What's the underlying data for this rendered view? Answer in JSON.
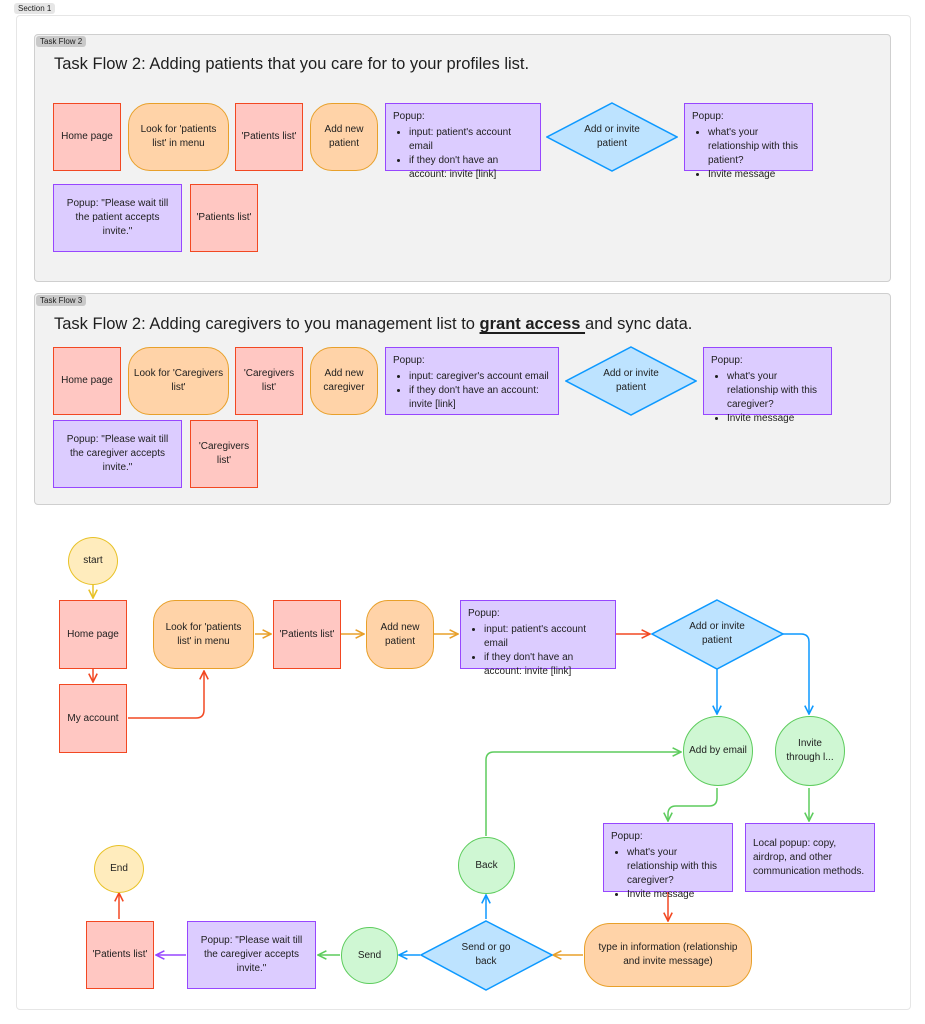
{
  "section": {
    "label": "Section 1"
  },
  "tf2": {
    "tag": "Task Flow 2",
    "title": "Task Flow 2: Adding patients that you care for to your profiles list.",
    "home": "Home page",
    "look": "Look for 'patients list' in menu",
    "plist": "'Patients list'",
    "addnew": "Add new patient",
    "popup1": {
      "title": "Popup:",
      "items": [
        "input: patient's account email",
        "if they don't have an account: invite [link]"
      ]
    },
    "invite": "Add or invite patient",
    "popup2": {
      "title": "Popup:",
      "items": [
        "what's your relationship with this patient?",
        "Invite message"
      ]
    },
    "wait": "Popup: \"Please wait till the patient accepts invite.\"",
    "plist2": "'Patients list'"
  },
  "tf3": {
    "tag": "Task Flow 3",
    "title_pre": "Task Flow 2: Adding caregivers to you management list to ",
    "title_emph": "grant access ",
    "title_post": "and sync data.",
    "home": "Home page",
    "look": "Look for 'Caregivers list'",
    "clist": "'Caregivers list'",
    "addnew": "Add new caregiver",
    "popup1": {
      "title": "Popup:",
      "items": [
        "input: caregiver's account email",
        "if they don't have an account: invite [link]"
      ]
    },
    "invite": "Add or invite patient",
    "popup2": {
      "title": "Popup:",
      "items": [
        "what's your relationship with this caregiver?",
        "Invite message"
      ]
    },
    "wait": "Popup: \"Please wait till the caregiver accepts invite.\"",
    "clist2": "'Caregivers list'"
  },
  "flow": {
    "start": "start",
    "home": "Home page",
    "account": "My account",
    "look": "Look for 'patients list' in menu",
    "plist": "'Patients list'",
    "addnew": "Add new patient",
    "popup1": {
      "title": "Popup:",
      "items": [
        "input: patient's account email",
        "if they don't have an account: invite [link]"
      ]
    },
    "invite": "Add or invite patient",
    "byemail": "Add by email",
    "through": "Invite through l...",
    "popup2": {
      "title": "Popup:",
      "items": [
        "what's your relationship with this caregiver?",
        "Invite message"
      ]
    },
    "local": "Local popup: copy, airdrop, and other communication methods.",
    "back": "Back",
    "typein": "type in information (relationship and invite message)",
    "sendgo": "Send or go back",
    "send": "Send",
    "wait": "Popup: \"Please wait till the caregiver accepts invite.\"",
    "plist2": "'Patients list'",
    "end": "End"
  },
  "colors": {
    "red_fill": "#ffc7c2",
    "red_stroke": "#f24822",
    "orange_fill": "#ffd3a8",
    "orange_stroke": "#e8a02a",
    "purple_fill": "#dcccff",
    "purple_stroke": "#9747ff",
    "blue_fill": "#bde3ff",
    "blue_stroke": "#0d99ff",
    "green_fill": "#cff7d3",
    "green_stroke": "#5dcc5d",
    "yellow_fill": "#ffecbd",
    "yellow_stroke": "#e8c227"
  }
}
